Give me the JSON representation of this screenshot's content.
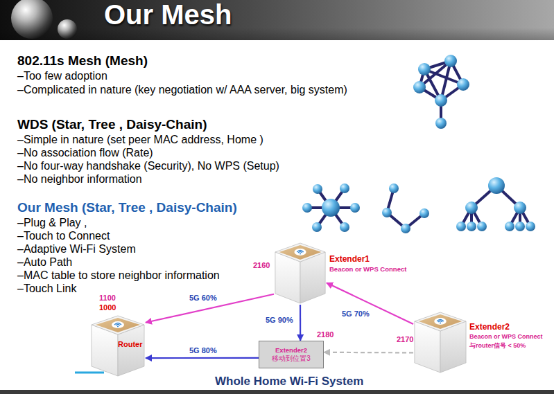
{
  "diagram": {
    "title": "Our Mesh",
    "caption": "Whole Home Wi-Fi System",
    "nodes": [
      {
        "text": [
          "Router"
        ]
      },
      {
        "text": [
          "Extender1",
          "Beacon or WPS Connect"
        ]
      },
      {
        "text": [
          "Extender2",
          "移动到位置3"
        ]
      },
      {
        "text": [
          "Extender2",
          "Beacon or WPS Connect",
          "与router信号 < 50%"
        ]
      }
    ],
    "edges": [
      {
        "from": 1,
        "to": 0,
        "arrow": "to",
        "label": "5G 60%"
      },
      {
        "from": 1,
        "to": 2,
        "arrow": "to",
        "label": "5G 90%"
      },
      {
        "from": 3,
        "to": 1,
        "arrow": "to",
        "label": "5G 70%"
      },
      {
        "from": 2,
        "to": 0,
        "arrow": "to",
        "label": "5G 80%"
      },
      {
        "from": 3,
        "to": 2,
        "arrow": "to"
      }
    ],
    "labels": [
      "802.11s Mesh (Mesh)",
      "–Too few adoption",
      "–Complicated in nature (key negotiation w/ AAA server, big system)",
      "WDS (Star, Tree , Daisy-Chain)",
      "–Simple in nature (set peer MAC address, Home )",
      "–No association flow (Rate)",
      "–No four-way handshake (Security), No WPS (Setup)",
      "–No neighbor information",
      "Our Mesh (Star, Tree , Daisy-Chain)",
      "–Plug & Play ,",
      "–Touch to Connect",
      "–Adaptive Wi-Fi System",
      "–Auto Path",
      "–MAC table to store neighbor information",
      "–Touch Link",
      "2160",
      "1100",
      "1000",
      "2180",
      "2170"
    ]
  }
}
